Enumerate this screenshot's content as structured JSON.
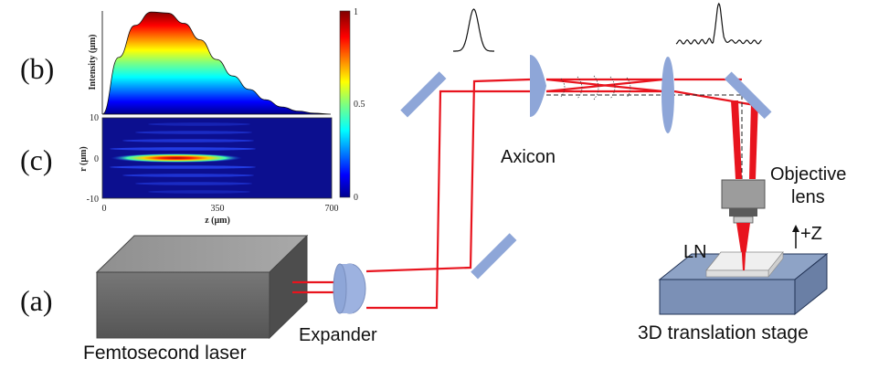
{
  "panel_labels": {
    "a": "(a)",
    "b": "(b)",
    "c": "(c)"
  },
  "components": {
    "laser": "Femtosecond laser",
    "expander": "Expander",
    "axicon": "Axicon",
    "objective_line1": "Objective",
    "objective_line2": "lens",
    "sample": "LN",
    "z_axis": "+Z",
    "stage": "3D translation stage"
  },
  "colors": {
    "beam": "#e8141e",
    "optic": "#8ea6d8",
    "stage_top": "#8ea3c6",
    "stage_front": "#7b90b6",
    "laser_box": "#7d7d7d",
    "map_background": "#0c0f8f"
  },
  "chart_data": [
    {
      "type": "area",
      "panel": "(b)",
      "ylabel": "Intensity (μm)",
      "x": [
        0,
        50,
        100,
        150,
        200,
        250,
        300,
        350,
        400,
        450,
        500,
        550,
        600,
        650,
        700
      ],
      "values": [
        0.0,
        0.55,
        0.86,
        0.99,
        0.98,
        0.88,
        0.72,
        0.53,
        0.37,
        0.24,
        0.14,
        0.07,
        0.03,
        0.01,
        0.0
      ],
      "xlim": [
        0,
        700
      ],
      "ylim": [
        0,
        1
      ],
      "colormap": "jet"
    },
    {
      "type": "heatmap",
      "panel": "(c)",
      "xlabel": "z (μm)",
      "ylabel": "r (μm)",
      "xlim": [
        0,
        700
      ],
      "ylim": [
        -10,
        10
      ],
      "xticks": [
        "0",
        "350",
        "700"
      ],
      "yticks": [
        "10",
        "0",
        "-10"
      ],
      "colorbar": {
        "ticks": [
          "1",
          "0.5",
          "0"
        ],
        "range": [
          0,
          1
        ],
        "colormap": "jet"
      }
    }
  ]
}
